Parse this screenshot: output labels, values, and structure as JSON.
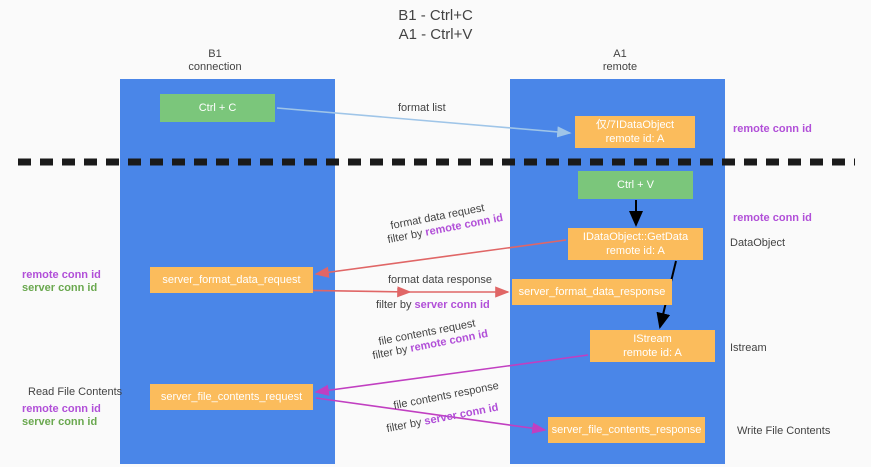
{
  "title": {
    "line1": "B1 - Ctrl+C",
    "line2": "A1 - Ctrl+V"
  },
  "columns": [
    {
      "name": "B1",
      "sub": "connection"
    },
    {
      "name": "A1",
      "sub": "remote"
    }
  ],
  "nodes": {
    "ctrl_c": {
      "label": "Ctrl + C",
      "color": "#7bc67b"
    },
    "ctrl_v": {
      "label": "Ctrl + V",
      "color": "#7bc67b"
    },
    "idataobject": {
      "line1": "仅/7IDataObject",
      "line2": "remote id: A",
      "color": "#fbbc5c"
    },
    "getdata": {
      "line1": "IDataObject::GetData",
      "line2": "remote id: A",
      "color": "#fbbc5c"
    },
    "istream": {
      "line1": "IStream",
      "line2": "remote id: A",
      "color": "#fbbc5c"
    },
    "server_format_data_request": {
      "label": "server_format_data_request",
      "color": "#fbbc5c"
    },
    "server_format_data_response": {
      "label": "server_format_data_response",
      "color": "#fbbc5c"
    },
    "server_file_contents_request": {
      "label": "server_file_contents_request",
      "color": "#fbbc5c"
    },
    "server_file_contents_response": {
      "label": "server_file_contents_response",
      "color": "#fbbc5c"
    }
  },
  "edge_labels": {
    "format_list": "format list",
    "format_data_request": "format data request",
    "filter_by_prefix": "filter by",
    "remote_conn_id": "remote conn id",
    "server_conn_id": "server conn id",
    "format_data_response": "format data response",
    "file_contents_request": "file contents request",
    "file_contents_response": "file contents response"
  },
  "side_labels": {
    "right_remote_top": "remote conn id",
    "right_remote_mid": "remote conn id",
    "dataobject": "DataObject",
    "istream": "Istream",
    "write_file_contents": "Write File Contents",
    "read_file_contents": "Read File Contents",
    "left_remote_conn_id": "remote conn id",
    "left_server_conn_id": "server conn id",
    "left_remote_conn_id_2": "remote conn id",
    "left_server_conn_id_2": "server conn id"
  },
  "colors": {
    "lane": "#4a86e8",
    "green_node": "#7bc67b",
    "orange_node": "#fbbc5c",
    "purple_text": "#b14fd8",
    "green_text": "#6aa84f",
    "red_arrow": "#e06666",
    "magenta_arrow": "#c13fc1",
    "blue_arrow": "#9fc5e8",
    "black_arrow": "#000000",
    "divider": "#1a1a1a",
    "background": "#fafafa"
  }
}
